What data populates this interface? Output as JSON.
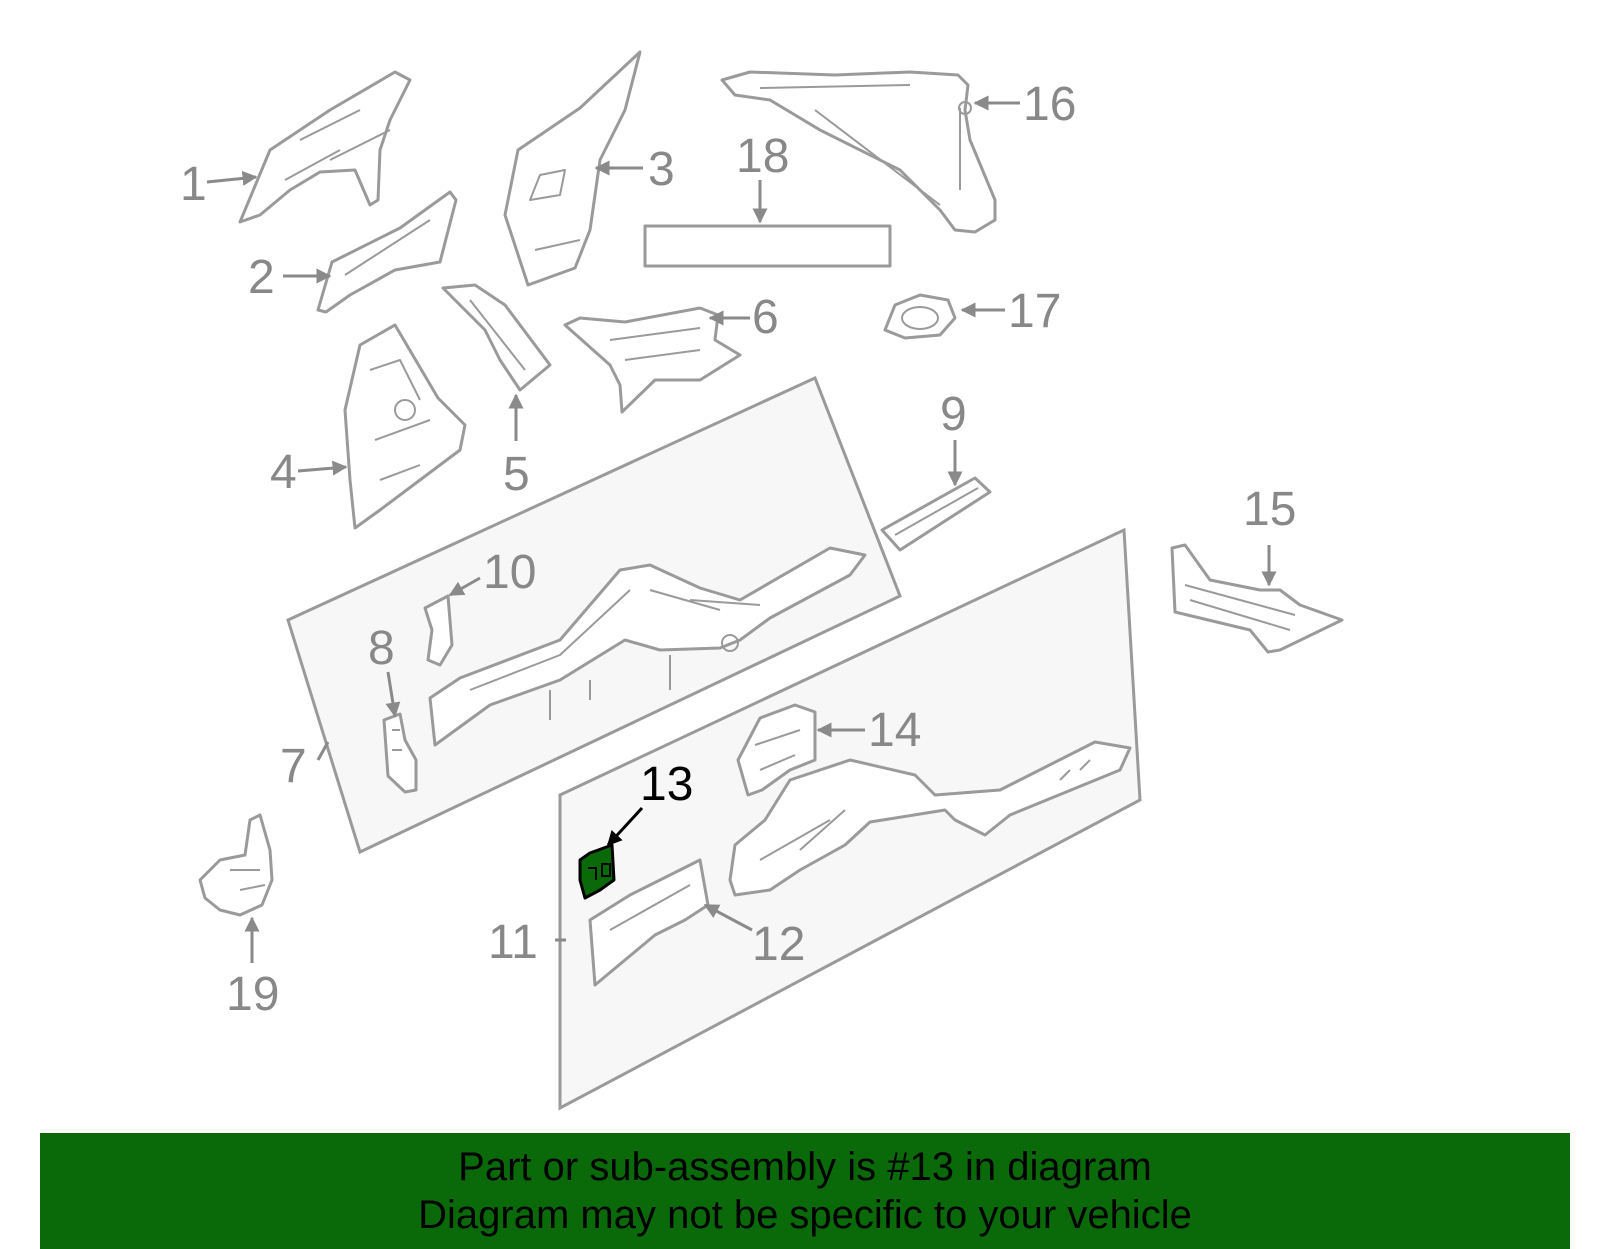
{
  "diagram": {
    "highlighted_part": "13",
    "highlight_color": "#0a6a0a",
    "labels": [
      "1",
      "2",
      "3",
      "4",
      "5",
      "6",
      "7",
      "8",
      "9",
      "10",
      "11",
      "12",
      "13",
      "14",
      "15",
      "16",
      "17",
      "18",
      "19"
    ]
  },
  "banner": {
    "background": "#0a6a0a",
    "line1": "Part or sub-assembly is #13 in diagram",
    "line2": "Diagram may not be specific to your vehicle"
  }
}
